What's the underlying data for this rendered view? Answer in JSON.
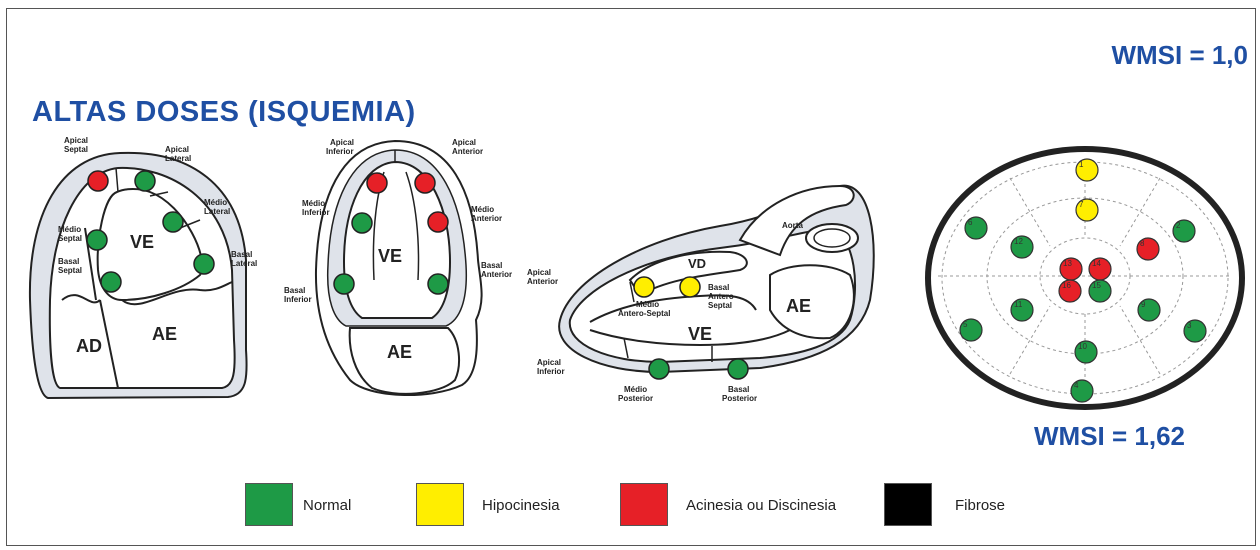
{
  "title": "ALTAS DOSES (ISQUEMIA)",
  "wmsi_top": "WMSI = 1,0",
  "wmsi_bottom": "WMSI = 1,62",
  "colors": {
    "normal": "#1e9a46",
    "hipocinesia": "#ffee00",
    "acinesia": "#e62027",
    "fibrose": "#000000",
    "title_blue": "#1f4fa3"
  },
  "view1": {
    "chambers": {
      "ve": "VE",
      "ad": "AD",
      "ae": "AE"
    },
    "labels": {
      "apical_septal": [
        "Apical",
        "Septal"
      ],
      "apical_lateral": [
        "Apical",
        "Lateral"
      ],
      "medio_lateral": [
        "Médio",
        "Lateral"
      ],
      "medio_septal": [
        "Médio",
        "Septal"
      ],
      "basal_septal": [
        "Basal",
        "Septal"
      ],
      "basal_lateral": [
        "Basal",
        "Lateral"
      ]
    },
    "segments": [
      "acinesia",
      "normal",
      "normal",
      "normal",
      "normal",
      "normal"
    ]
  },
  "view2": {
    "chambers": {
      "ve": "VE",
      "ae": "AE"
    },
    "labels": {
      "apical_inferior": [
        "Apical",
        "Inferior"
      ],
      "apical_anterior": [
        "Apical",
        "Anterior"
      ],
      "medio_inferior": [
        "Médio",
        "Inferior"
      ],
      "medio_anterior": [
        "Médio",
        "Anterior"
      ],
      "basal_inferior": [
        "Basal",
        "Inferior"
      ],
      "basal_anterior": [
        "Basal",
        "Anterior"
      ]
    },
    "segments": [
      "acinesia",
      "acinesia",
      "normal",
      "acinesia",
      "normal",
      "normal"
    ]
  },
  "view3": {
    "chambers": {
      "ve": "VE",
      "vd": "VD",
      "ae": "AE",
      "aorta": "Aorta"
    },
    "labels": {
      "apical_anterior": [
        "Apical",
        "Anterior"
      ],
      "apical_inferior": [
        "Apical",
        "Inferior"
      ],
      "medio_anteroseptal": [
        "Médio",
        "Antero-Septal"
      ],
      "basal_anteroseptal": [
        "Basal",
        "Antero",
        "Septal"
      ],
      "medio_posterior": [
        "Médio",
        "Posterior"
      ],
      "basal_posterior": [
        "Basal",
        "Posterior"
      ]
    },
    "segments": [
      "hipocinesia",
      "hipocinesia",
      "normal",
      "normal"
    ]
  },
  "polar": {
    "segments": [
      {
        "num": "1",
        "state": "hipocinesia"
      },
      {
        "num": "7",
        "state": "hipocinesia"
      },
      {
        "num": "6",
        "state": "normal"
      },
      {
        "num": "2",
        "state": "normal"
      },
      {
        "num": "12",
        "state": "normal"
      },
      {
        "num": "8",
        "state": "acinesia"
      },
      {
        "num": "13",
        "state": "acinesia"
      },
      {
        "num": "14",
        "state": "acinesia"
      },
      {
        "num": "16",
        "state": "acinesia"
      },
      {
        "num": "15",
        "state": "normal"
      },
      {
        "num": "11",
        "state": "normal"
      },
      {
        "num": "9",
        "state": "normal"
      },
      {
        "num": "5",
        "state": "normal"
      },
      {
        "num": "3",
        "state": "normal"
      },
      {
        "num": "10",
        "state": "normal"
      },
      {
        "num": "4",
        "state": "normal"
      }
    ]
  },
  "legend": [
    {
      "label": "Normal",
      "color": "#1e9a46"
    },
    {
      "label": "Hipocinesia",
      "color": "#ffee00"
    },
    {
      "label": "Acinesia ou Discinesia",
      "color": "#e62027"
    },
    {
      "label": "Fibrose",
      "color": "#000000"
    }
  ]
}
